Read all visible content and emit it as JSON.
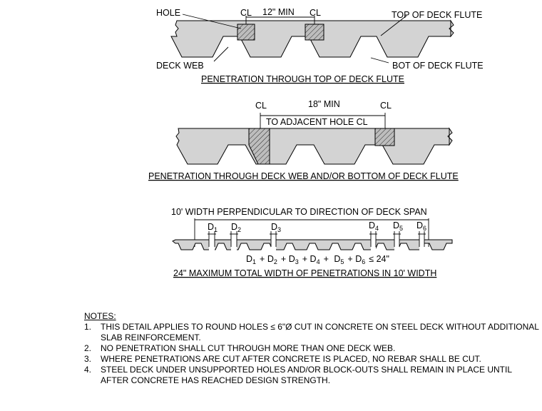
{
  "detail1": {
    "labels": {
      "hole": "HOLE",
      "cl_left": "CL",
      "min_spacing": "12\" MIN",
      "cl_right": "CL",
      "top_of_flute": "TOP OF DECK FLUTE",
      "deck_web": "DECK WEB",
      "bot_of_flute": "BOT OF DECK FLUTE"
    },
    "caption": "PENETRATION THROUGH TOP OF DECK FLUTE"
  },
  "detail2": {
    "labels": {
      "cl_left": "CL",
      "min_spacing": "18\" MIN",
      "cl_right": "CL",
      "adjacent": "TO ADJACENT HOLE CL"
    },
    "caption": "PENETRATION THROUGH DECK WEB AND/OR BOTTOM OF DECK FLUTE"
  },
  "detail3": {
    "width_label": "10' WIDTH PERPENDICULAR TO DIRECTION OF DECK SPAN",
    "dims": [
      {
        "letter": "D",
        "sub": "1"
      },
      {
        "letter": "D",
        "sub": "2"
      },
      {
        "letter": "D",
        "sub": "3"
      },
      {
        "letter": "D",
        "sub": "4"
      },
      {
        "letter": "D",
        "sub": "5"
      },
      {
        "letter": "D",
        "sub": "6"
      }
    ],
    "formula": {
      "terms": [
        {
          "letter": "D",
          "sub": "1",
          "op": "+"
        },
        {
          "letter": "D",
          "sub": "2",
          "op": "+"
        },
        {
          "letter": "D",
          "sub": "3",
          "op": "+"
        },
        {
          "letter": "D",
          "sub": "4",
          "op": "+"
        },
        {
          "letter": "D",
          "sub": "5",
          "op": "+"
        },
        {
          "letter": "D",
          "sub": "6",
          "op": ""
        }
      ],
      "limit": "≤ 24\""
    },
    "caption": "24\" MAXIMUM TOTAL WIDTH OF PENETRATIONS IN 10' WIDTH"
  },
  "notes": {
    "title": "NOTES:",
    "items": [
      {
        "num": "1.",
        "text": "THIS DETAIL APPLIES TO ROUND HOLES ≤ 6\"Ø CUT IN CONCRETE ON STEEL DECK WITHOUT ADDITIONAL SLAB REINFORCEMENT."
      },
      {
        "num": "2.",
        "text": "NO PENETRATION SHALL CUT THROUGH MORE THAN ONE DECK WEB."
      },
      {
        "num": "3.",
        "text": "WHERE PENETRATIONS ARE CUT AFTER CONCRETE IS PLACED, NO REBAR SHALL BE CUT."
      },
      {
        "num": "4.",
        "text": "STEEL DECK UNDER UNSUPPORTED HOLES AND/OR BLOCK-OUTS SHALL REMAIN IN PLACE UNTIL AFTER CONCRETE HAS REACHED DESIGN STRENGTH."
      }
    ]
  }
}
